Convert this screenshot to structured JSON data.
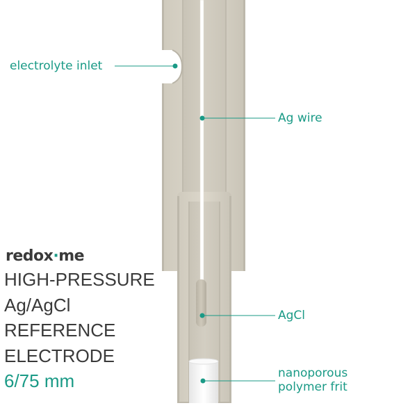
{
  "brand": {
    "name_start": "redox",
    "name_mark": "·",
    "name_end": "me"
  },
  "title_lines": [
    "HIGH-PRESSURE",
    "Ag/AgCl",
    "REFERENCE",
    "ELECTRODE"
  ],
  "subtitle": "6/75 mm",
  "callouts": {
    "electrolyte_inlet": "electrolyte inlet",
    "ag_wire": "Ag wire",
    "agcl": "AgCl",
    "frit_line1": "nanoporous",
    "frit_line2": "polymer frit"
  },
  "colors": {
    "accent": "#1a9a86",
    "title_text": "#3a3a3a",
    "body": "#d4cfc2",
    "body_shadow": "#c4bfb2",
    "wire": "#ffffff",
    "frit": "#f4f4f4"
  }
}
